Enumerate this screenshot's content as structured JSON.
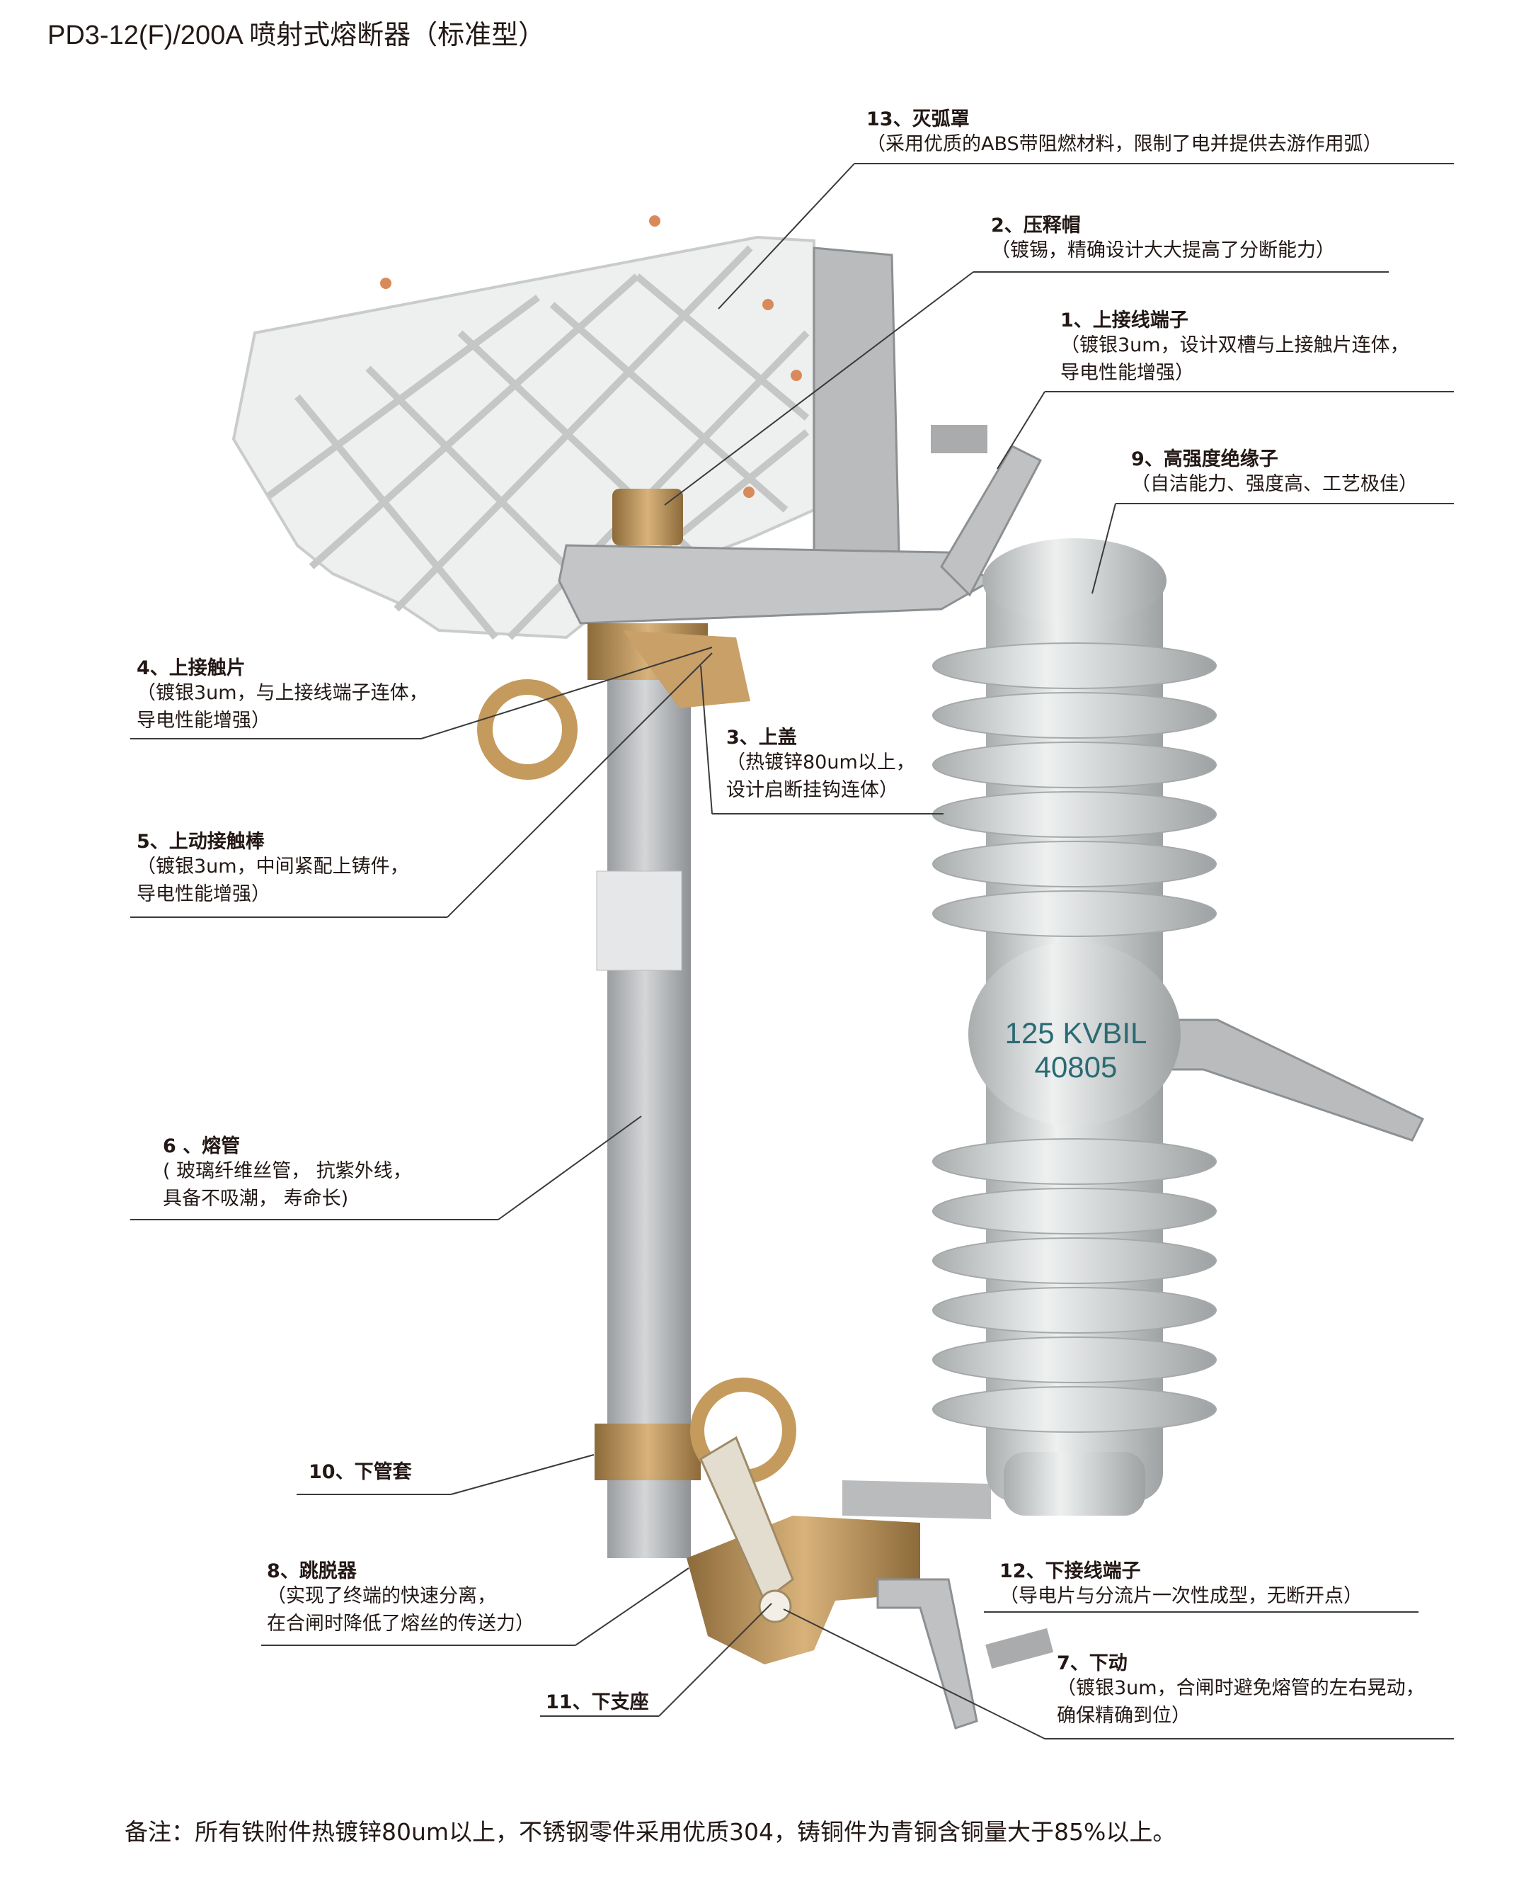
{
  "title": "PD3-12(F)/200A 喷射式熔断器（标准型）",
  "callouts": [
    {
      "id": "13",
      "label": "13、灭弧罩",
      "desc": [
        "（采用优质的ABS带阻燃材料，限制了电并提供去游作用弧）"
      ]
    },
    {
      "id": "2",
      "label": "2、压释帽",
      "desc": [
        "（镀锡，精确设计大大提高了分断能力）"
      ]
    },
    {
      "id": "1",
      "label": "1、上接线端子",
      "desc": [
        "（镀银3um，设计双槽与上接触片连体，",
        "导电性能增强）"
      ]
    },
    {
      "id": "9",
      "label": "9、高强度绝缘子",
      "desc": [
        "（自洁能力、强度高、工艺极佳）"
      ]
    },
    {
      "id": "4",
      "label": "4、上接触片",
      "desc": [
        "（镀银3um，与上接线端子连体，",
        "导电性能增强）"
      ]
    },
    {
      "id": "3",
      "label": "3、上盖",
      "desc": [
        "（热镀锌80um以上，",
        "设计启断挂钩连体）"
      ]
    },
    {
      "id": "5",
      "label": "5、上动接触棒",
      "desc": [
        "（镀银3um，中间紧配上铸件，",
        "导电性能增强）"
      ]
    },
    {
      "id": "6",
      "label": "6 、熔管",
      "desc": [
        "( 玻璃纤维丝管， 抗紫外线，",
        "具备不吸潮， 寿命长)"
      ]
    },
    {
      "id": "10",
      "label": "10、下管套",
      "desc": []
    },
    {
      "id": "8",
      "label": "8、跳脱器",
      "desc": [
        "（实现了终端的快速分离，",
        "在合闸时降低了熔丝的传送力）"
      ]
    },
    {
      "id": "11",
      "label": "11、下支座",
      "desc": []
    },
    {
      "id": "12",
      "label": "12、下接线端子",
      "desc": [
        "（导电片与分流片一次性成型，无断开点）"
      ]
    },
    {
      "id": "7",
      "label": "7、下动",
      "desc": [
        "（镀银3um，合闸时避免熔管的左右晃动，",
        "确保精确到位）"
      ]
    }
  ],
  "insulator_marking": [
    "125 KVBIL",
    "40805"
  ],
  "footer": "备注：所有铁附件热镀锌80um以上，不锈钢零件采用优质304，铸铜件为青铜含铜量大于85%以上。",
  "colors": {
    "text": "#231815",
    "porcelain": "#d9dcdc",
    "brass": "#b98b4e",
    "tube": "#b9bcbf",
    "steel": "#b4b6b8"
  }
}
